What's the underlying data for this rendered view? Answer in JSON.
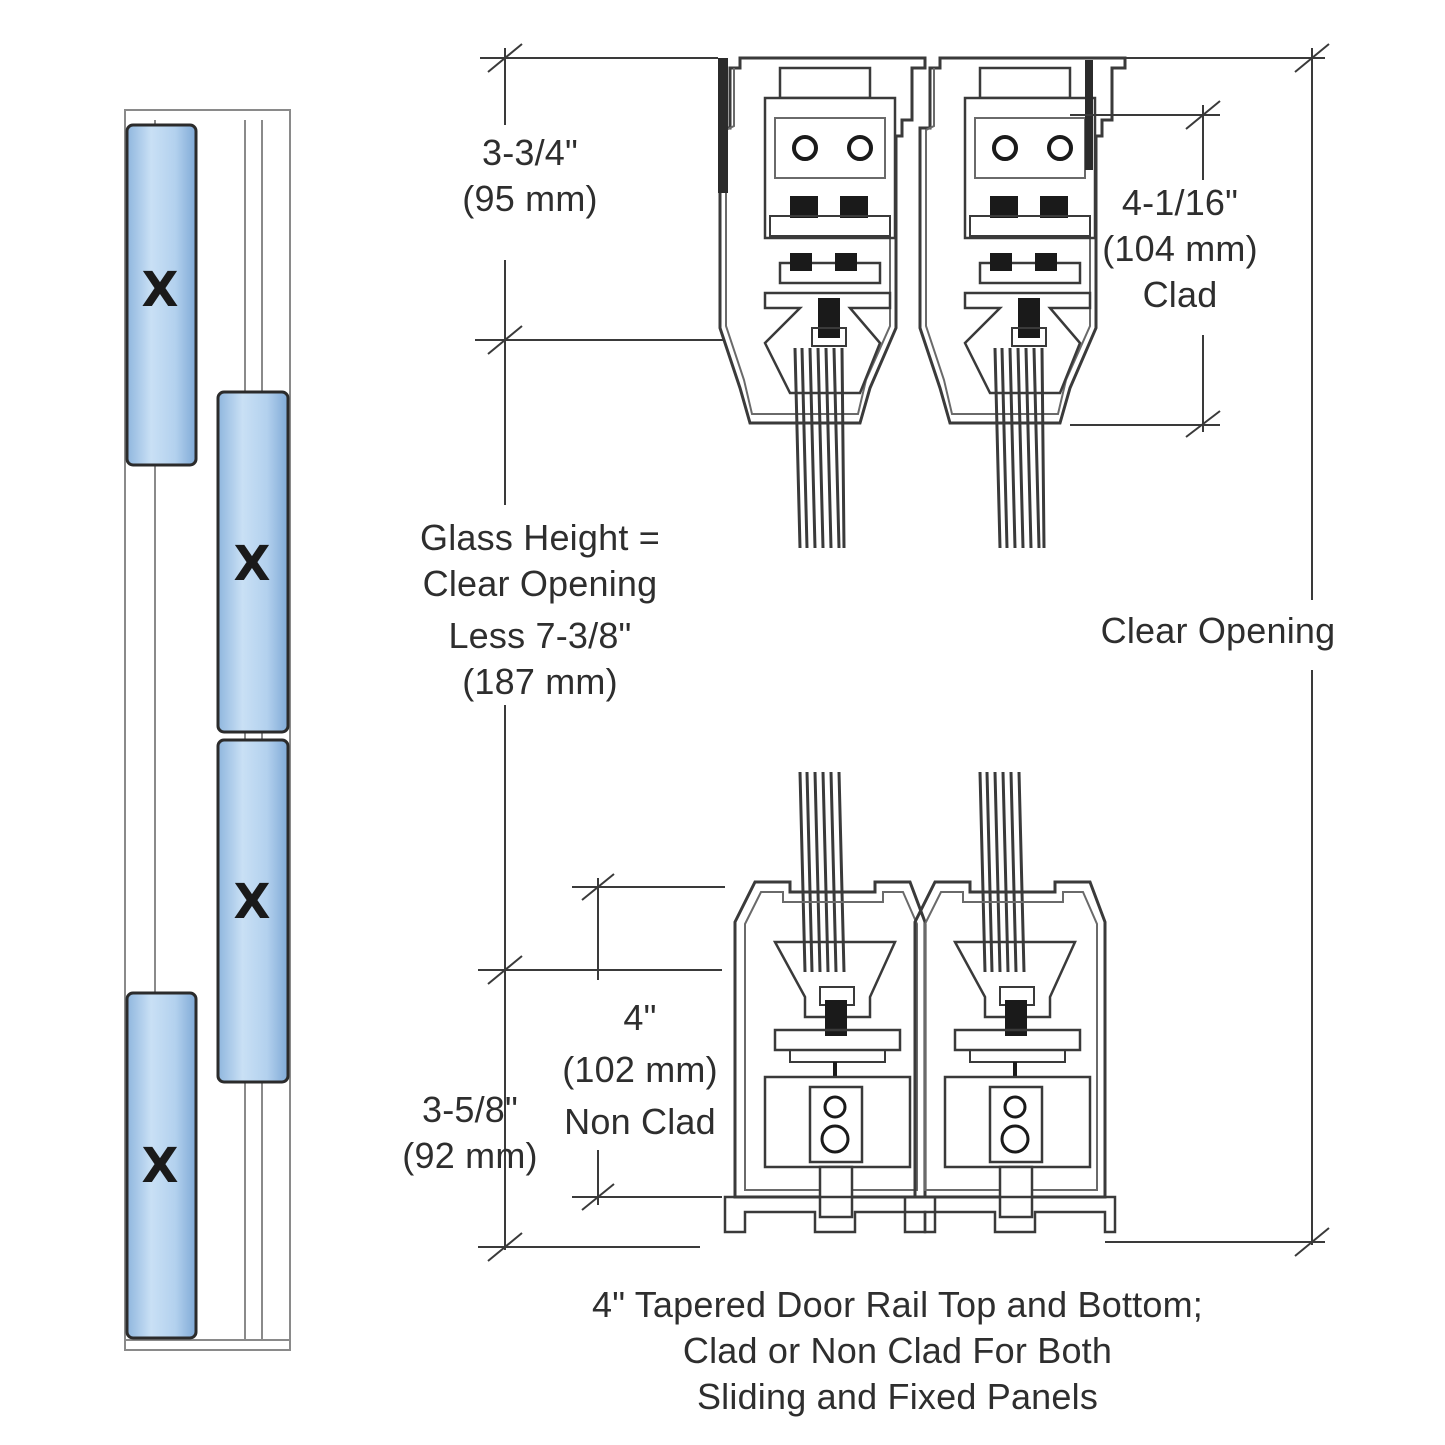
{
  "dimensions": {
    "top_rail": {
      "imperial": "3-3/4\"",
      "metric": "(95 mm)"
    },
    "top_clad": {
      "imperial": "4-1/16\"",
      "metric": "(104 mm)",
      "note": "Clad"
    },
    "glass_height": {
      "line1": "Glass Height =",
      "line2": "Clear Opening",
      "line3": "Less 7-3/8\"",
      "line4": "(187 mm)"
    },
    "clear_opening": {
      "label": "Clear Opening"
    },
    "bottom_non_clad": {
      "imperial": "4\"",
      "metric": "(102 mm)",
      "note": "Non Clad"
    },
    "bottom_rail": {
      "imperial": "3-5/8\"",
      "metric": "(92 mm)"
    }
  },
  "caption": {
    "line1": "4\" Tapered Door Rail Top and Bottom;",
    "line2": "Clad or Non Clad For Both",
    "line3": "Sliding and Fixed Panels"
  },
  "panel_marks": [
    "X",
    "X",
    "X",
    "X"
  ],
  "colors": {
    "glass": "#b9d6f0",
    "line": "#3a3a3a",
    "text": "#2e2e2e"
  }
}
